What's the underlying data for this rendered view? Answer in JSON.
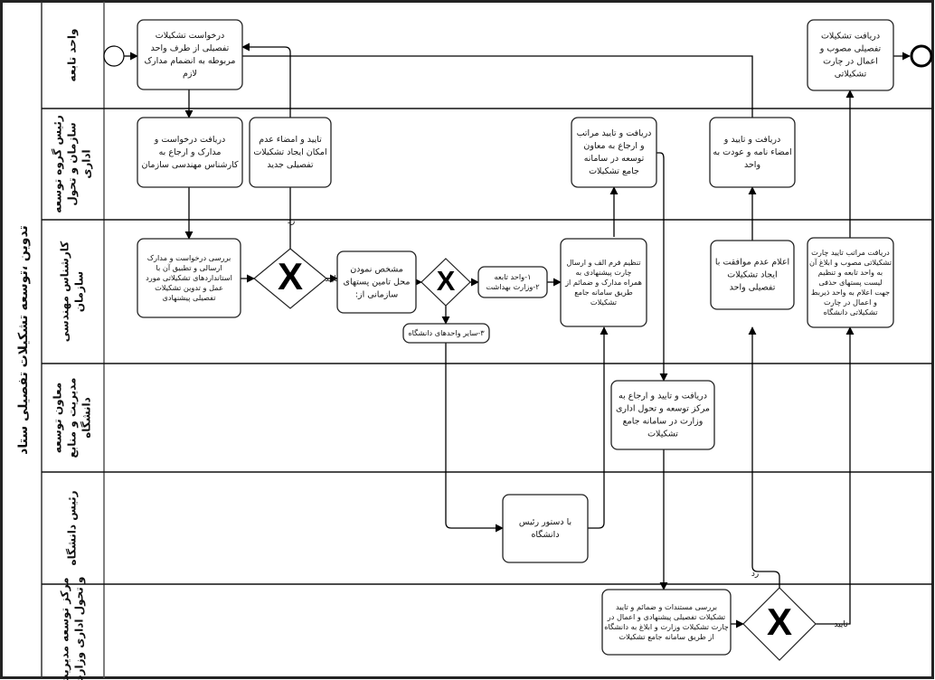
{
  "pool": {
    "title": "تدوین ،توسعه تشکیلات تفصیلی ستاد"
  },
  "lanes": [
    {
      "id": "lane1",
      "label": [
        "واحد تابعه"
      ]
    },
    {
      "id": "lane2",
      "label": [
        "رئیس گروه توسعه",
        "سازمان و تحول",
        "اداری"
      ]
    },
    {
      "id": "lane3",
      "label": [
        "کارشناس مهندسی",
        "سازمان"
      ]
    },
    {
      "id": "lane4",
      "label": [
        "معاون توسعه",
        "مدیریت و منابع",
        "دانشگاه"
      ]
    },
    {
      "id": "lane5",
      "label": [
        "رئیس دانشگاه"
      ]
    },
    {
      "id": "lane6",
      "label": [
        "مرکز توسعه مدیریت",
        "و تحول اداری وزارت"
      ]
    }
  ],
  "events": {
    "start": {
      "type": "start"
    },
    "end": {
      "type": "end"
    }
  },
  "tasks": [
    {
      "id": "t1",
      "lines": [
        "درخواست تشکیلات",
        "تفصیلی از طرف واحد",
        "مربوطه به انضمام مدارک",
        "لازم"
      ]
    },
    {
      "id": "t2",
      "lines": [
        "دریافت درخواست و",
        "مدارک و ارجاع به",
        "کارشناس مهندسی سازمان"
      ]
    },
    {
      "id": "t3",
      "lines": [
        "تایید و امضاء عدم",
        "امکان ایجاد تشکیلات",
        "تفصیلی جدید"
      ]
    },
    {
      "id": "t4",
      "lines": [
        "بررسی درخواست و مدارک",
        "ارسالی و تطبیق آن با",
        "استانداردهای تشکیلاتی مورد",
        "عمل و تدوین تشکیلات",
        "تفصیلی پیشنهادی"
      ]
    },
    {
      "id": "t5",
      "lines": [
        "مشخص نمودن",
        "محل تامین پستهای",
        "سازمانی از:"
      ]
    },
    {
      "id": "t6",
      "lines": [
        "۱-واحد تابعه",
        "۲-وزارت بهداشت"
      ]
    },
    {
      "id": "t7",
      "lines": [
        "۳-سایر واحدهای دانشگاه"
      ]
    },
    {
      "id": "t8",
      "lines": [
        "تنظیم فرم الف و ارسال",
        "چارت پیشنهادی به",
        "همراه مدارک و ضمائم از",
        "طریق سامانه جامع",
        "تشکیلات"
      ]
    },
    {
      "id": "t9",
      "lines": [
        "دریافت و تایید مراتب",
        "و ارجاع به معاون",
        "توسعه در سامانه",
        "جامع تشکیلات"
      ]
    },
    {
      "id": "t10",
      "lines": [
        "دریافت و تایید و",
        "امضاء نامه و عودت به",
        "واحد"
      ]
    },
    {
      "id": "t11",
      "lines": [
        "اعلام عدم موافقت با",
        "ایجاد تشکیلات",
        "تفصیلی واحد"
      ]
    },
    {
      "id": "t12",
      "lines": [
        "دریافت تشکیلات",
        "تفصیلی مصوب و",
        "اعمال در چارت",
        "تشکیلاتی"
      ]
    },
    {
      "id": "t13",
      "lines": [
        "دریافت مراتب تایید چارت",
        "تشکیلاتی مصوب و ابلاغ آن",
        "به واحد تابعه و تنظیم",
        "لیست پستهای حذفی",
        "جهت اعلام به واحد ذیربط",
        "و اعمال در چارت",
        "تشکیلاتی دانشگاه"
      ]
    },
    {
      "id": "t14",
      "lines": [
        "دریافت و تایید و ارجاع به",
        "مرکز توسعه و تحول اداری",
        "وزارت در سامانه جامع",
        "تشکیلات"
      ]
    },
    {
      "id": "t15",
      "lines": [
        "با دستور رئیس",
        "دانشگاه"
      ]
    },
    {
      "id": "t16",
      "lines": [
        "بررسی مستندات و ضمائم و تایید",
        "تشکیلات تفصیلی پیشنهادی و اعمال در",
        "چارت تشکیلات وزارت و ابلاغ به دانشگاه",
        "از طریق سامانه جامع تشکیلات"
      ]
    }
  ],
  "gateways": [
    {
      "id": "g1",
      "symbol": "X"
    },
    {
      "id": "g2",
      "symbol": "X"
    },
    {
      "id": "g3",
      "symbol": "X"
    }
  ],
  "edge_labels": {
    "reject": "رد",
    "approve": "تایید"
  },
  "colors": {
    "stroke": "#000000",
    "lane_border": "#555555",
    "background": "#ffffff"
  }
}
